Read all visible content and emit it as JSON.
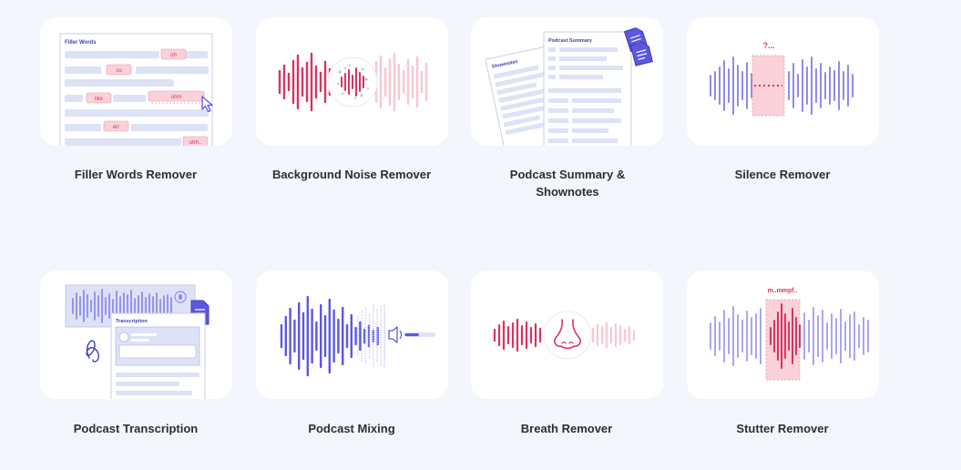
{
  "tools": [
    {
      "id": "filler-words",
      "label": "Filler Words Remover",
      "icon": "filler-words-illustration",
      "panel_title": "Filler Words",
      "tags": [
        "oh",
        "so",
        "like",
        "uhm",
        "err",
        "uhh.."
      ]
    },
    {
      "id": "background-noise",
      "label": "Background Noise Remover",
      "icon": "noise-waveform-illustration"
    },
    {
      "id": "podcast-summary",
      "label": "Podcast Summary & Shownotes",
      "icon": "summary-documents-illustration",
      "doc_titles": [
        "Shownotes",
        "Podcast Summary"
      ]
    },
    {
      "id": "silence",
      "label": "Silence Remover",
      "icon": "silence-waveform-illustration",
      "caption": "?..."
    },
    {
      "id": "transcription",
      "label": "Podcast Transcription",
      "icon": "transcription-illustration",
      "panel_title": "Transcription"
    },
    {
      "id": "mixing",
      "label": "Podcast Mixing",
      "icon": "mixing-waveform-illustration"
    },
    {
      "id": "breath",
      "label": "Breath Remover",
      "icon": "nose-waveform-illustration"
    },
    {
      "id": "stutter",
      "label": "Stutter Remover",
      "icon": "stutter-waveform-illustration",
      "caption": "m..mmpf.."
    }
  ],
  "colors": {
    "page_bg": "#f4f6fd",
    "card_bg": "#ffffff",
    "violet": "#5b57e0",
    "violet_light": "#a9a6ef",
    "crimson": "#d8345f",
    "pink_light": "#f6c8d2",
    "highlight_fill": "#fbd1d9",
    "line_fill": "#dde2f6"
  }
}
